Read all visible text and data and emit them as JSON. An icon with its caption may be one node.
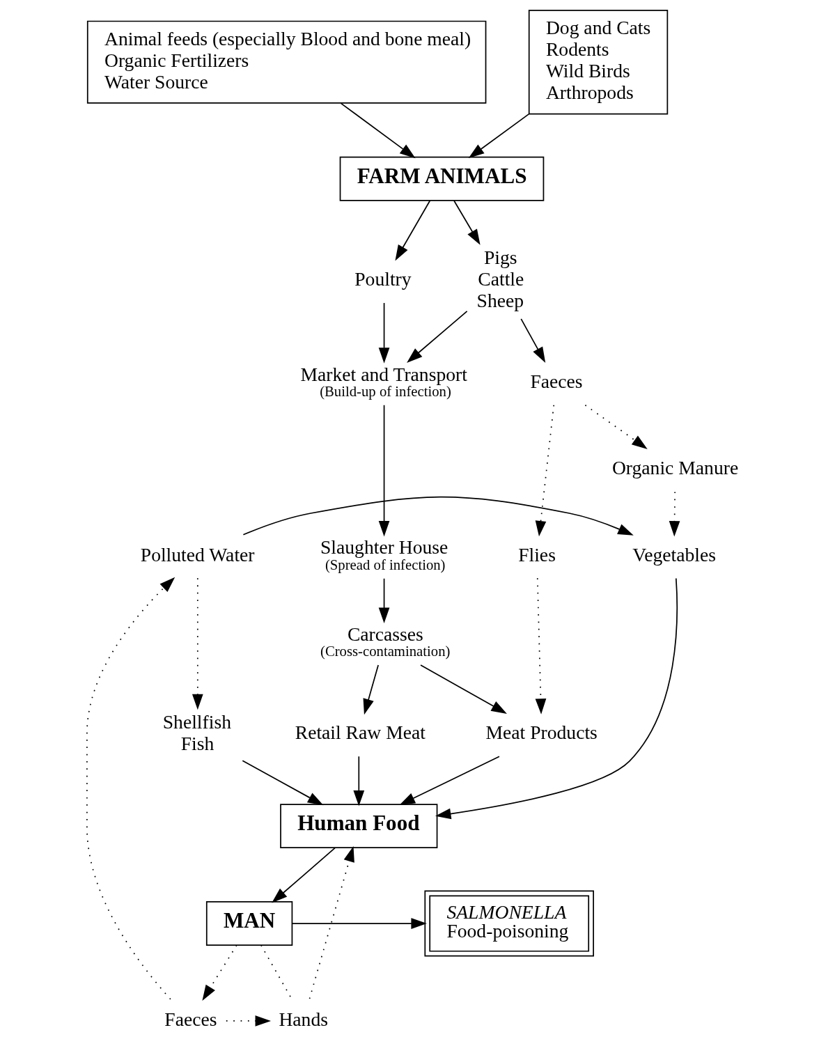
{
  "diagram": {
    "nodes": [
      {
        "text": [
          "Animal feeds (especially Blood and bone meal)",
          "Organic Fertilizers",
          "Water Source"
        ]
      },
      {
        "text": [
          "Dog and Cats",
          "Rodents",
          "Wild Birds",
          "Arthropods"
        ]
      },
      {
        "text": [
          "FARM ANIMALS"
        ]
      },
      {
        "text": [
          "Poultry"
        ]
      },
      {
        "text": [
          "Pigs",
          "Cattle",
          "Sheep"
        ]
      },
      {
        "text": [
          "Market and Transport",
          "(Build-up of infection)"
        ]
      },
      {
        "text": [
          "Faeces"
        ]
      },
      {
        "text": [
          "Organic Manure"
        ]
      },
      {
        "text": [
          "Slaughter House",
          "(Spread of infection)"
        ]
      },
      {
        "text": [
          "Flies"
        ]
      },
      {
        "text": [
          "Vegetables"
        ]
      },
      {
        "text": [
          "Polluted Water"
        ]
      },
      {
        "text": [
          "Carcasses",
          "(Cross-contamination)"
        ]
      },
      {
        "text": [
          "Retail Raw Meat"
        ]
      },
      {
        "text": [
          "Meat Products"
        ]
      },
      {
        "text": [
          "Shellfish",
          "Fish"
        ]
      },
      {
        "text": [
          "Human Food"
        ]
      },
      {
        "text": [
          "Hands"
        ]
      },
      {
        "text": [
          "Faeces"
        ]
      },
      {
        "text": [
          "MAN"
        ]
      },
      {
        "text": [
          "SALMONELLA",
          "Food-poisoning"
        ]
      }
    ],
    "edges": [
      {
        "from": 0,
        "to": 2,
        "arrow": "to"
      },
      {
        "from": 1,
        "to": 2,
        "arrow": "to"
      },
      {
        "from": 2,
        "to": 3,
        "arrow": "to"
      },
      {
        "from": 2,
        "to": 4,
        "arrow": "to"
      },
      {
        "from": 3,
        "to": 5,
        "arrow": "to"
      },
      {
        "from": 4,
        "to": 5,
        "arrow": "to"
      },
      {
        "from": 4,
        "to": 6,
        "arrow": "to"
      },
      {
        "from": 5,
        "to": 8,
        "arrow": "to"
      },
      {
        "from": 6,
        "to": 7,
        "arrow": "to",
        "style": "dashed"
      },
      {
        "from": 6,
        "to": 9,
        "arrow": "to",
        "style": "dashed"
      },
      {
        "from": 7,
        "to": 10,
        "arrow": "to",
        "style": "dashed"
      },
      {
        "from": 8,
        "to": 12,
        "arrow": "to"
      },
      {
        "from": 11,
        "to": 10,
        "arrow": "to"
      },
      {
        "from": 11,
        "to": 15,
        "arrow": "to",
        "style": "dashed"
      },
      {
        "from": 12,
        "to": 13,
        "arrow": "to"
      },
      {
        "from": 12,
        "to": 14,
        "arrow": "to"
      },
      {
        "from": 9,
        "to": 14,
        "arrow": "to",
        "style": "dashed"
      },
      {
        "from": 13,
        "to": 16,
        "arrow": "to"
      },
      {
        "from": 14,
        "to": 16,
        "arrow": "to"
      },
      {
        "from": 10,
        "to": 16,
        "arrow": "to"
      },
      {
        "from": 15,
        "to": 16,
        "arrow": "to"
      },
      {
        "from": 16,
        "to": 19,
        "arrow": "to"
      },
      {
        "from": 17,
        "to": 16,
        "arrow": "to",
        "style": "dashed"
      },
      {
        "from": 18,
        "to": 17,
        "arrow": "to",
        "style": "dashed"
      },
      {
        "from": 18,
        "to": 11,
        "arrow": "to",
        "style": "dashed"
      },
      {
        "from": 19,
        "to": 17,
        "arrow": "none",
        "style": "dashed"
      },
      {
        "from": 19,
        "to": 18,
        "arrow": "to",
        "style": "dashed"
      },
      {
        "from": 19,
        "to": 20,
        "arrow": "to"
      }
    ]
  }
}
